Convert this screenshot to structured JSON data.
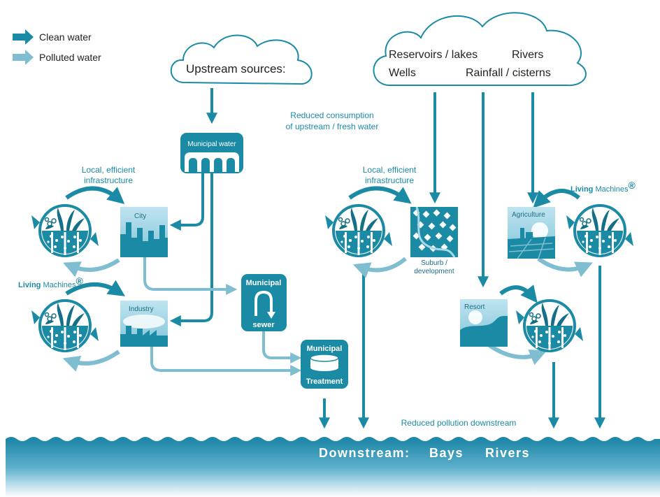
{
  "legend": {
    "clean_label": "Clean water",
    "polluted_label": "Polluted water"
  },
  "clouds": {
    "upstream": "Upstream sources:",
    "sources": [
      "Reservoirs / lakes",
      "Rivers",
      "Wells",
      "Rainfall / cisterns"
    ]
  },
  "notes": {
    "reduced_consumption_1": "Reduced consumption",
    "reduced_consumption_2": "of upstream / fresh water",
    "local_infra_1": "Local, efficient",
    "local_infra_2": "infrastructure",
    "reduced_pollution": "Reduced pollution downstream"
  },
  "living_machines": {
    "bold": "Living",
    "rest": " Machines",
    "mark": "®"
  },
  "municipal": {
    "water": "Municipal water",
    "sewer_top": "Municipal",
    "sewer_bottom": "sewer",
    "treatment_top": "Municipal",
    "treatment_bottom": "Treatment"
  },
  "places": {
    "city": "City",
    "industry": "Industry",
    "suburb_1": "Suburb /",
    "suburb_2": "development",
    "agriculture": "Agriculture",
    "resort": "Resort"
  },
  "downstream": {
    "label": "Downstream:",
    "items": [
      "Bays",
      "Rivers"
    ]
  },
  "colors": {
    "clean": "#1b8aa5",
    "polluted": "#7fbdd1",
    "dark": "#146f87",
    "wave": "#1e88a8"
  }
}
